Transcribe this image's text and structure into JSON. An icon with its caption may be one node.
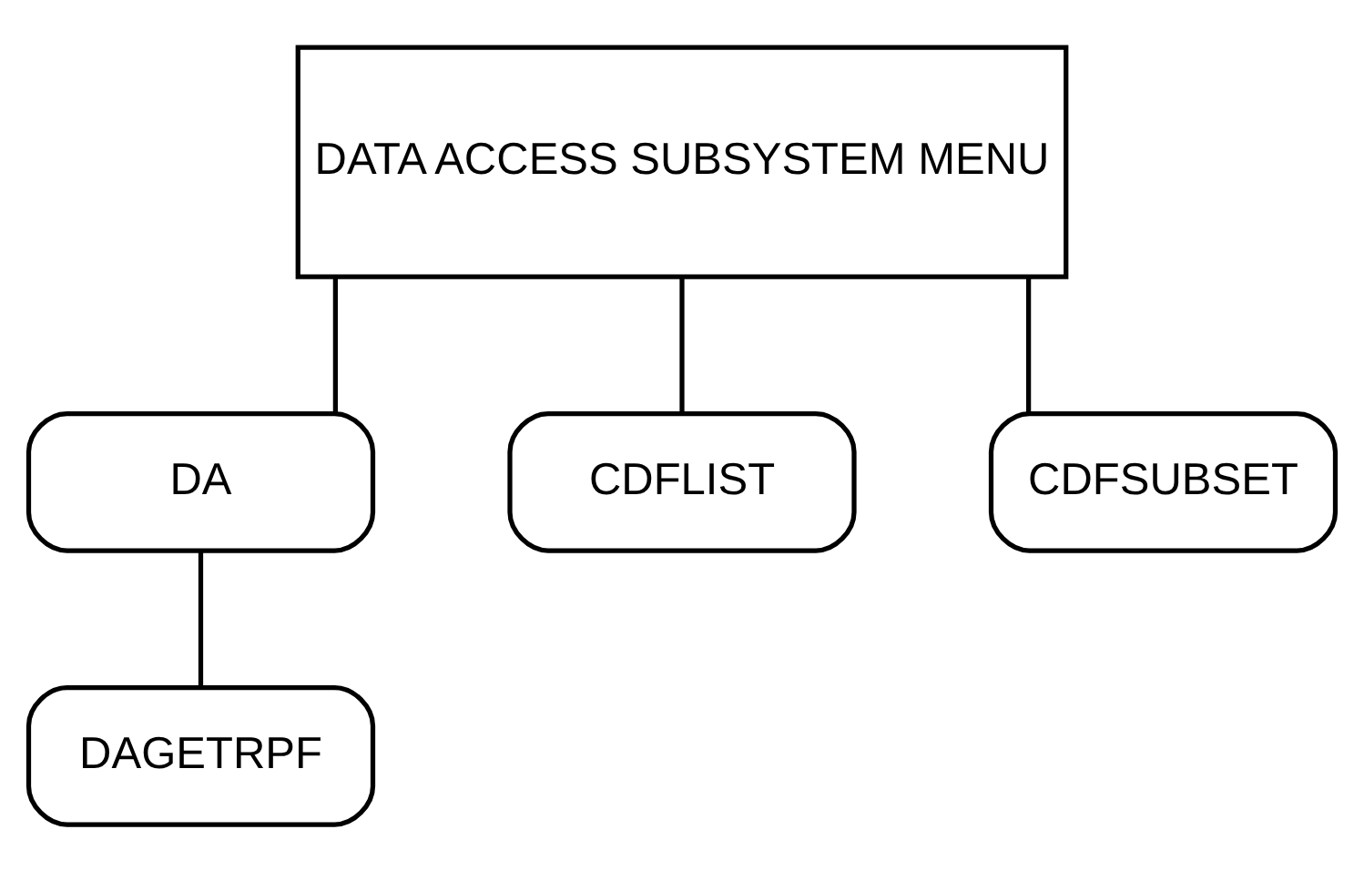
{
  "diagram": {
    "nodes": [
      {
        "text": [
          "DATA ACCESS SUBSYSTEM MENU"
        ]
      },
      {
        "text": [
          "DA"
        ]
      },
      {
        "text": [
          "CDFLIST"
        ]
      },
      {
        "text": [
          "CDFSUBSET"
        ]
      },
      {
        "text": [
          "DAGETRPF"
        ]
      }
    ],
    "edges": [
      {
        "from": 0,
        "to": 1,
        "arrow": "none"
      },
      {
        "from": 0,
        "to": 2,
        "arrow": "none"
      },
      {
        "from": 0,
        "to": 3,
        "arrow": "none"
      },
      {
        "from": 1,
        "to": 4,
        "arrow": "none"
      }
    ]
  }
}
